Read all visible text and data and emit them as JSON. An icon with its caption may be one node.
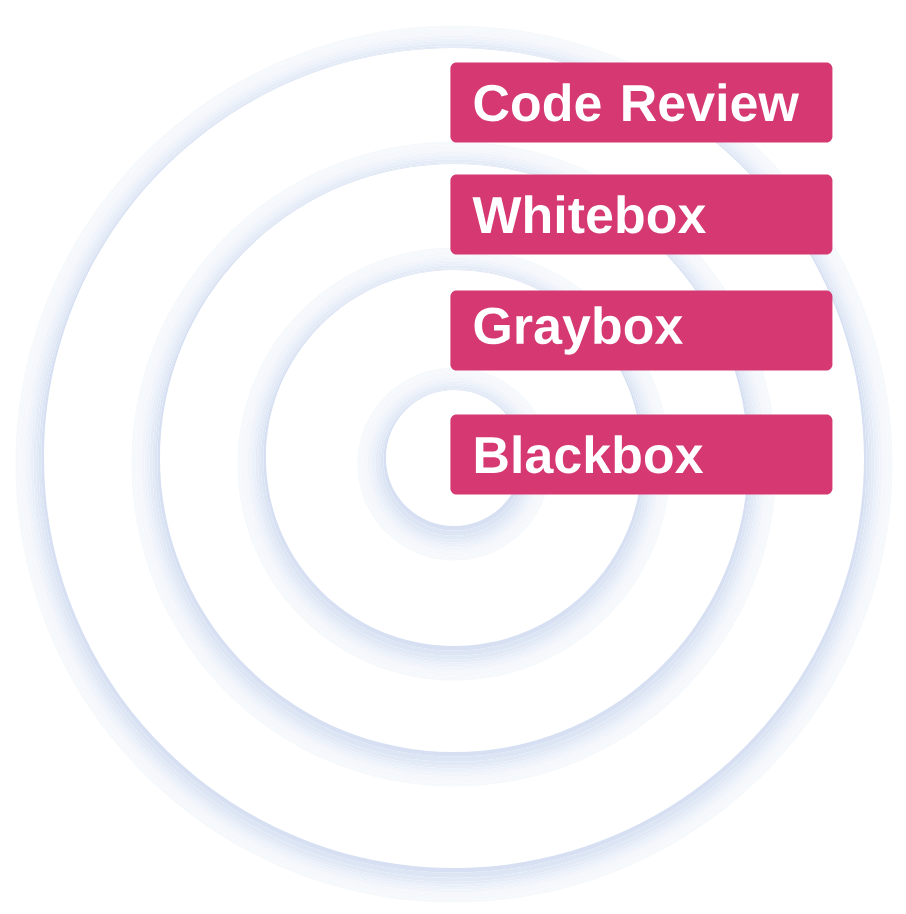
{
  "diagram": {
    "nodes": [
      {
        "text": [
          "Code Review"
        ]
      },
      {
        "text": [
          "Whitebox"
        ]
      },
      {
        "text": [
          "Graybox"
        ]
      },
      {
        "text": [
          "Blackbox"
        ]
      }
    ]
  }
}
